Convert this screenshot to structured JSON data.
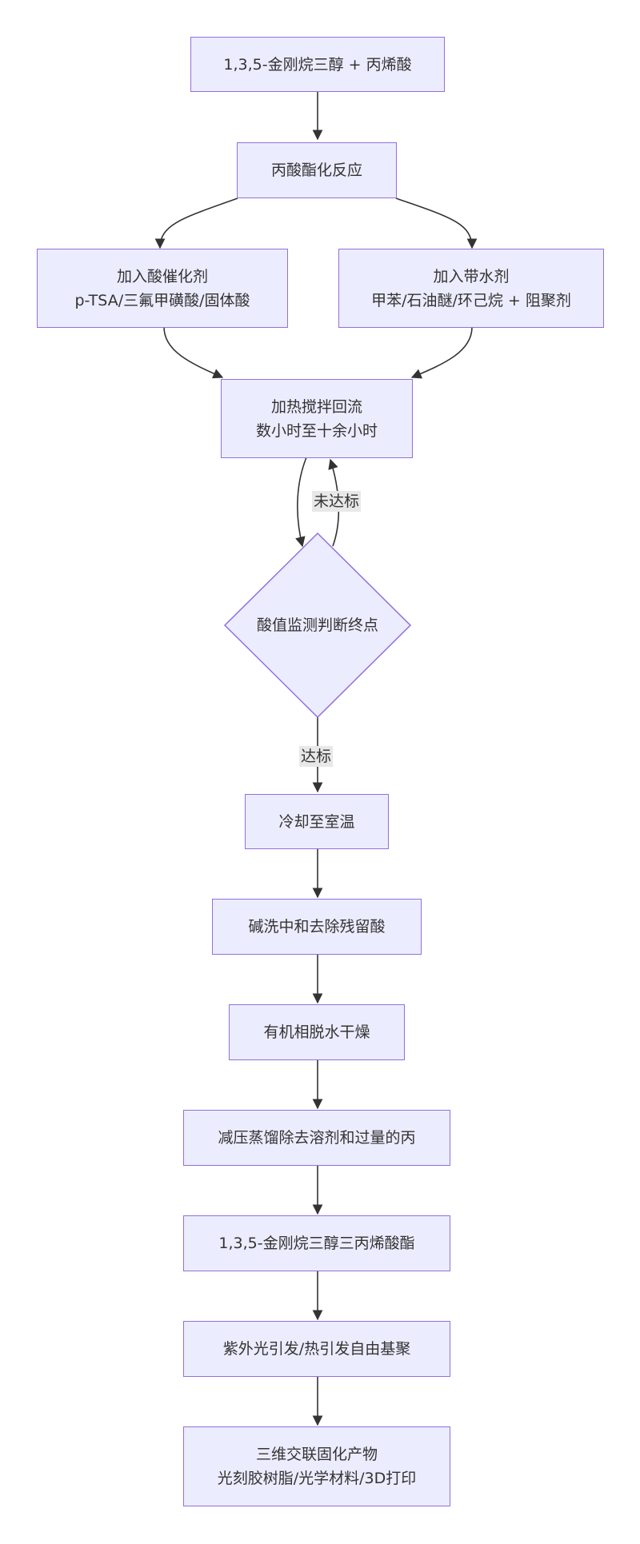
{
  "nodes": {
    "start": {
      "lines": [
        "1,3,5-金刚烷三醇 + 丙烯酸"
      ]
    },
    "reaction": {
      "lines": [
        "丙酸酯化反应"
      ]
    },
    "catalyst": {
      "lines": [
        "加入酸催化剂",
        "p-TSA/三氟甲磺酸/固体酸"
      ]
    },
    "water_agent": {
      "lines": [
        "加入带水剂",
        "甲苯/石油醚/环己烷 + 阻聚剂"
      ]
    },
    "reflux": {
      "lines": [
        "加热搅拌回流",
        "数小时至十余小时"
      ]
    },
    "decision": {
      "lines": [
        "酸值监测判断终点"
      ]
    },
    "cool": {
      "lines": [
        "冷却至室温"
      ]
    },
    "wash": {
      "lines": [
        "碱洗中和去除残留酸"
      ]
    },
    "dry": {
      "lines": [
        "有机相脱水干燥"
      ]
    },
    "distill": {
      "lines": [
        "减压蒸馏除去溶剂和过量的丙"
      ]
    },
    "product": {
      "lines": [
        "1,3,5-金刚烷三醇三丙烯酸酯"
      ]
    },
    "polymerize": {
      "lines": [
        "紫外光引发/热引发自由基聚"
      ]
    },
    "final": {
      "lines": [
        "三维交联固化产物",
        "光刻胶树脂/光学材料/3D打印"
      ]
    }
  },
  "edge_labels": {
    "not_met": "未达标",
    "met": "达标"
  },
  "colors": {
    "node_fill": "#ececff",
    "node_border": "#9370db",
    "edge": "#333333",
    "text": "#333333",
    "label_bg": "#e8e8e8"
  }
}
